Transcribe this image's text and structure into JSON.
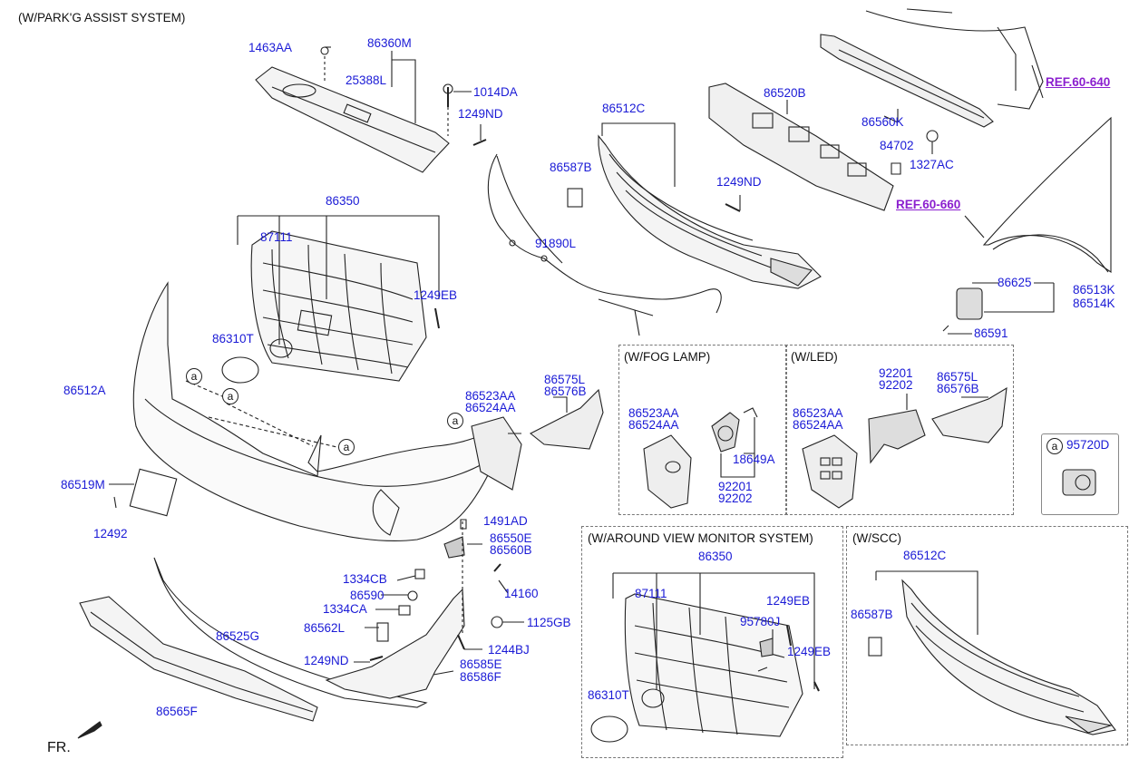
{
  "header": {
    "title": "(W/PARK'G ASSIST SYSTEM)"
  },
  "footer": {
    "direction": "FR."
  },
  "refs": {
    "ref_640": "REF.60-640",
    "ref_660": "REF.60-660"
  },
  "callout": {
    "letter": "a"
  },
  "sections": {
    "fog": "(W/FOG LAMP)",
    "led": "(W/LED)",
    "avm": "(W/AROUND VIEW MONITOR SYSTEM)",
    "scc": "(W/SCC)"
  },
  "parts": {
    "p1463AA": "1463AA",
    "p86360M": "86360M",
    "p25388L": "25388L",
    "p1014DA": "1014DA",
    "p1249ND_top": "1249ND",
    "p86512C": "86512C",
    "p86520B": "86520B",
    "p86560K": "86560K",
    "p84702": "84702",
    "p1327AC": "1327AC",
    "p86587B": "86587B",
    "p1249ND_mid": "1249ND",
    "p91890L": "91890L",
    "p86350": "86350",
    "p87111": "87111",
    "p1249EB": "1249EB",
    "p86310T": "86310T",
    "p86512A": "86512A",
    "p86523AA": "86523AA",
    "p86524AA": "86524AA",
    "p86575L": "86575L",
    "p86576B": "86576B",
    "p86625": "86625",
    "p86513K": "86513K",
    "p86514K": "86514K",
    "p86591": "86591",
    "p86519M": "86519M",
    "p12492": "12492",
    "p1491AD": "1491AD",
    "p86550E": "86550E",
    "p86560B": "86560B",
    "p14160": "14160",
    "p1334CB": "1334CB",
    "p86590": "86590",
    "p1334CA": "1334CA",
    "p1125GB": "1125GB",
    "p86562L": "86562L",
    "p1244BJ": "1244BJ",
    "p86525G": "86525G",
    "p1249ND_low": "1249ND",
    "p86585E": "86585E",
    "p86586F": "86586F",
    "p86565F": "86565F"
  },
  "fog_parts": {
    "p86523AA": "86523AA",
    "p86524AA": "86524AA",
    "p18649A": "18649A",
    "p92201": "92201",
    "p92202": "92202"
  },
  "led_parts": {
    "p86523AA": "86523AA",
    "p86524AA": "86524AA",
    "p92201": "92201",
    "p92202": "92202",
    "p86575L": "86575L",
    "p86576B": "86576B"
  },
  "sensor_part": {
    "p95720D": "95720D"
  },
  "avm_parts": {
    "p86350": "86350",
    "p87111": "87111",
    "p1249EB_a": "1249EB",
    "p95780J": "95780J",
    "p1249EB_b": "1249EB",
    "p86310T": "86310T"
  },
  "scc_parts": {
    "p86512C": "86512C",
    "p86587B": "86587B"
  }
}
